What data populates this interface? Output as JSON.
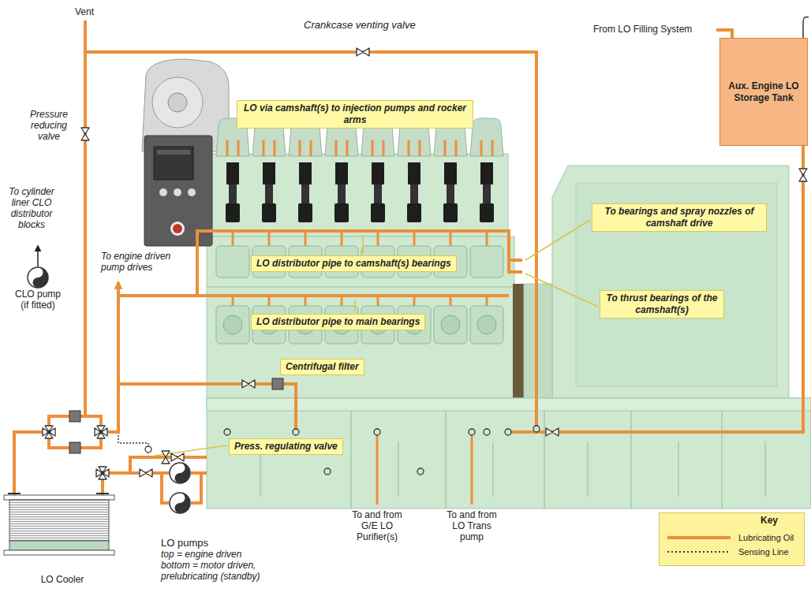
{
  "diagram": {
    "nodes": [
      {
        "text": [
          "Aux. Engine LO Storage Tank"
        ]
      },
      {
        "text": [
          "LO via camshaft(s) to injection pumps and rocker arms"
        ]
      },
      {
        "text": [
          "To bearings and spray nozzles of camshaft drive"
        ]
      },
      {
        "text": [
          "LO distributor pipe to camshaft(s) bearings"
        ]
      },
      {
        "text": [
          "To thrust bearings of the camshaft(s)"
        ]
      },
      {
        "text": [
          "LO distributor pipe to main bearings"
        ]
      },
      {
        "text": [
          "Centrifugal filter"
        ]
      },
      {
        "text": [
          "CLO pump (if fitted)"
        ]
      },
      {
        "text": [
          "Press. regulating valve"
        ]
      },
      {
        "text": [
          "LO pumps",
          "top = engine driven bottom = motor driven, prelubricating (standby)"
        ]
      },
      {
        "text": [
          "LO Cooler"
        ]
      }
    ],
    "edges": [
      {
        "from": 9,
        "to": 10,
        "arrow": "none"
      }
    ],
    "labels": [
      "Vent",
      "Crankcase venting valve",
      "From LO Filling System",
      "Pressure reducing valve",
      "To cylinder liner CLO distributor blocks",
      "To engine driven pump drives",
      "To and from G/E LO Purifier(s)",
      "To and from LO Trans pump",
      "Key"
    ],
    "legend": [
      {
        "text": "Lubricating Oil"
      },
      {
        "text": "Sensing Line"
      }
    ]
  }
}
